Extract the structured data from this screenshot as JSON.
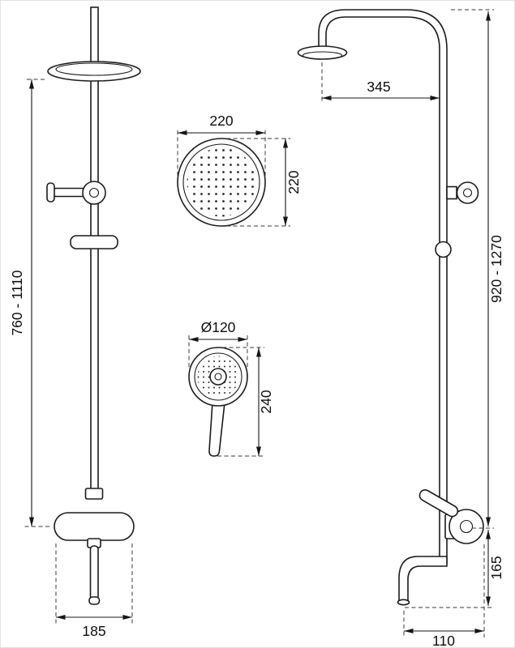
{
  "style": {
    "background": "#ffffff",
    "line_color": "#1b1b1b",
    "label_color": "#0d0d0d"
  },
  "dims": {
    "front_height": "760 - 1110",
    "front_base_width": "185",
    "head_width": "220",
    "head_height": "220",
    "hand_diameter": "Ø120",
    "hand_length": "240",
    "arm_reach": "345",
    "side_height": "920 - 1270",
    "spout_height": "165",
    "spout_reach": "110"
  }
}
